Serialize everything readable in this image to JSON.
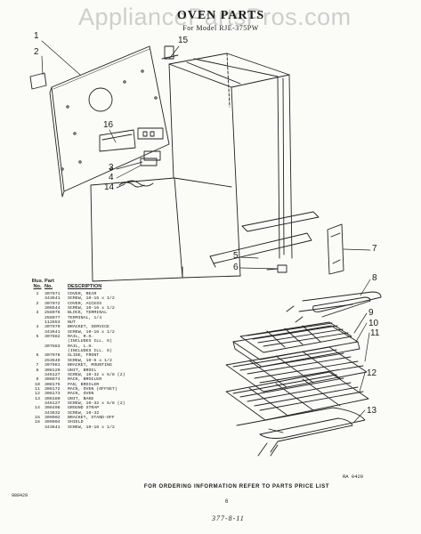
{
  "header": {
    "watermark": "AppliancePartsPros.com",
    "title": "OVEN PARTS",
    "model_line": "For Model RJE-375PW"
  },
  "callouts": [
    "1",
    "2",
    "15",
    "16",
    "3",
    "4",
    "14",
    "5",
    "6",
    "7",
    "8",
    "9",
    "10",
    "11",
    "12",
    "13"
  ],
  "parts_table": {
    "header_row1": [
      "Illus.",
      "Part",
      ""
    ],
    "header_row2": [
      "No.",
      "No.",
      "DESCRIPTION"
    ],
    "rows": [
      [
        "1",
        "307971",
        "COVER, REAR"
      ],
      [
        "",
        "343641",
        "SCREW, 10-16 x 1/2"
      ],
      [
        "2",
        "307072",
        "COVER, ACCESS"
      ],
      [
        "",
        "308544",
        "SCREW, 10-16 x 1/2"
      ],
      [
        "3",
        "258076",
        "BLOCK, TERMINAL"
      ],
      [
        "",
        "258077",
        "TERMINAL, 1/4"
      ],
      [
        "",
        "112653",
        "NUT"
      ],
      [
        "4",
        "307970",
        "BRACKET, SERVICE"
      ],
      [
        "",
        "343641",
        "SCREW, 10-16 x 1/2"
      ],
      [
        "5",
        "307882",
        "RAIL, R.H."
      ],
      [
        "",
        "",
        "(INCLUDES ILL. 6)"
      ],
      [
        "",
        "307883",
        "RAIL, L.H."
      ],
      [
        "",
        "",
        "(INCLUDES ILL. 6)"
      ],
      [
        "6",
        "307978",
        "GLIDE, FRONT"
      ],
      [
        "",
        "253549",
        "SCREW, 10-6 x 1/2"
      ],
      [
        "7",
        "307981",
        "BRACKET, MOUNTING"
      ],
      [
        "8",
        "308129",
        "UNIT, BROIL"
      ],
      [
        "",
        "346127",
        "SCREW, 10-32 x 5/8 (2)"
      ],
      [
        "9",
        "308674",
        "RACK, BROILER"
      ],
      [
        "10",
        "308175",
        "PAN, BROILER"
      ],
      [
        "11",
        "308172",
        "RACK, OVEN (OFFSET)"
      ],
      [
        "12",
        "308173",
        "RACK, OVEN"
      ],
      [
        "13",
        "308180",
        "UNIT, BAKE"
      ],
      [
        "",
        "346127",
        "SCREW, 10-32 x 5/8 (2)"
      ],
      [
        "14",
        "308498",
        "GROUND STRAP"
      ],
      [
        "",
        "343632",
        "SCREW, 10-32"
      ],
      [
        "15",
        "309002",
        "BRACKET, STAND-OFF"
      ],
      [
        "16",
        "309004",
        "SHIELD"
      ],
      [
        "",
        "343641",
        "SCREW, 10-16 x 1/2"
      ]
    ]
  },
  "footer": {
    "notice": "FOR ORDERING INFORMATION REFER TO PARTS PRICE LIST",
    "doc_code": "980429",
    "ref_code": "RA 0429",
    "page_number": "6",
    "hand_code": "377-8-11"
  }
}
